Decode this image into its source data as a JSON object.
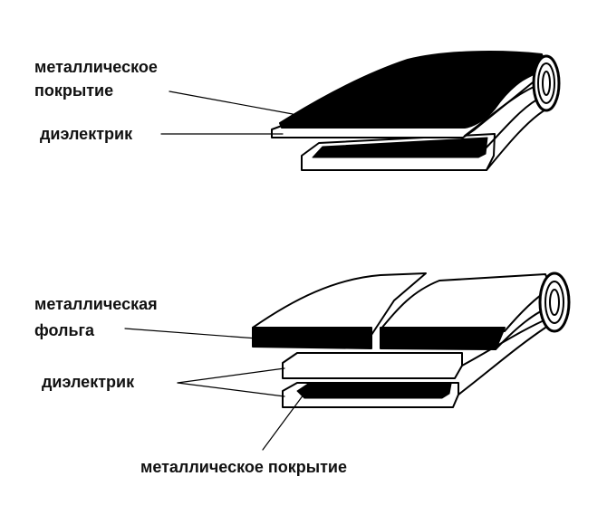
{
  "top_diagram": {
    "label_coating_line1": "металлическое",
    "label_coating_line2": "покрытие",
    "label_dielectric": "диэлектрик"
  },
  "bottom_diagram": {
    "label_foil_line1": "металлическая",
    "label_foil_line2": "фольга",
    "label_dielectric": "диэлектрик",
    "label_coating": "металлическое покрытие"
  }
}
